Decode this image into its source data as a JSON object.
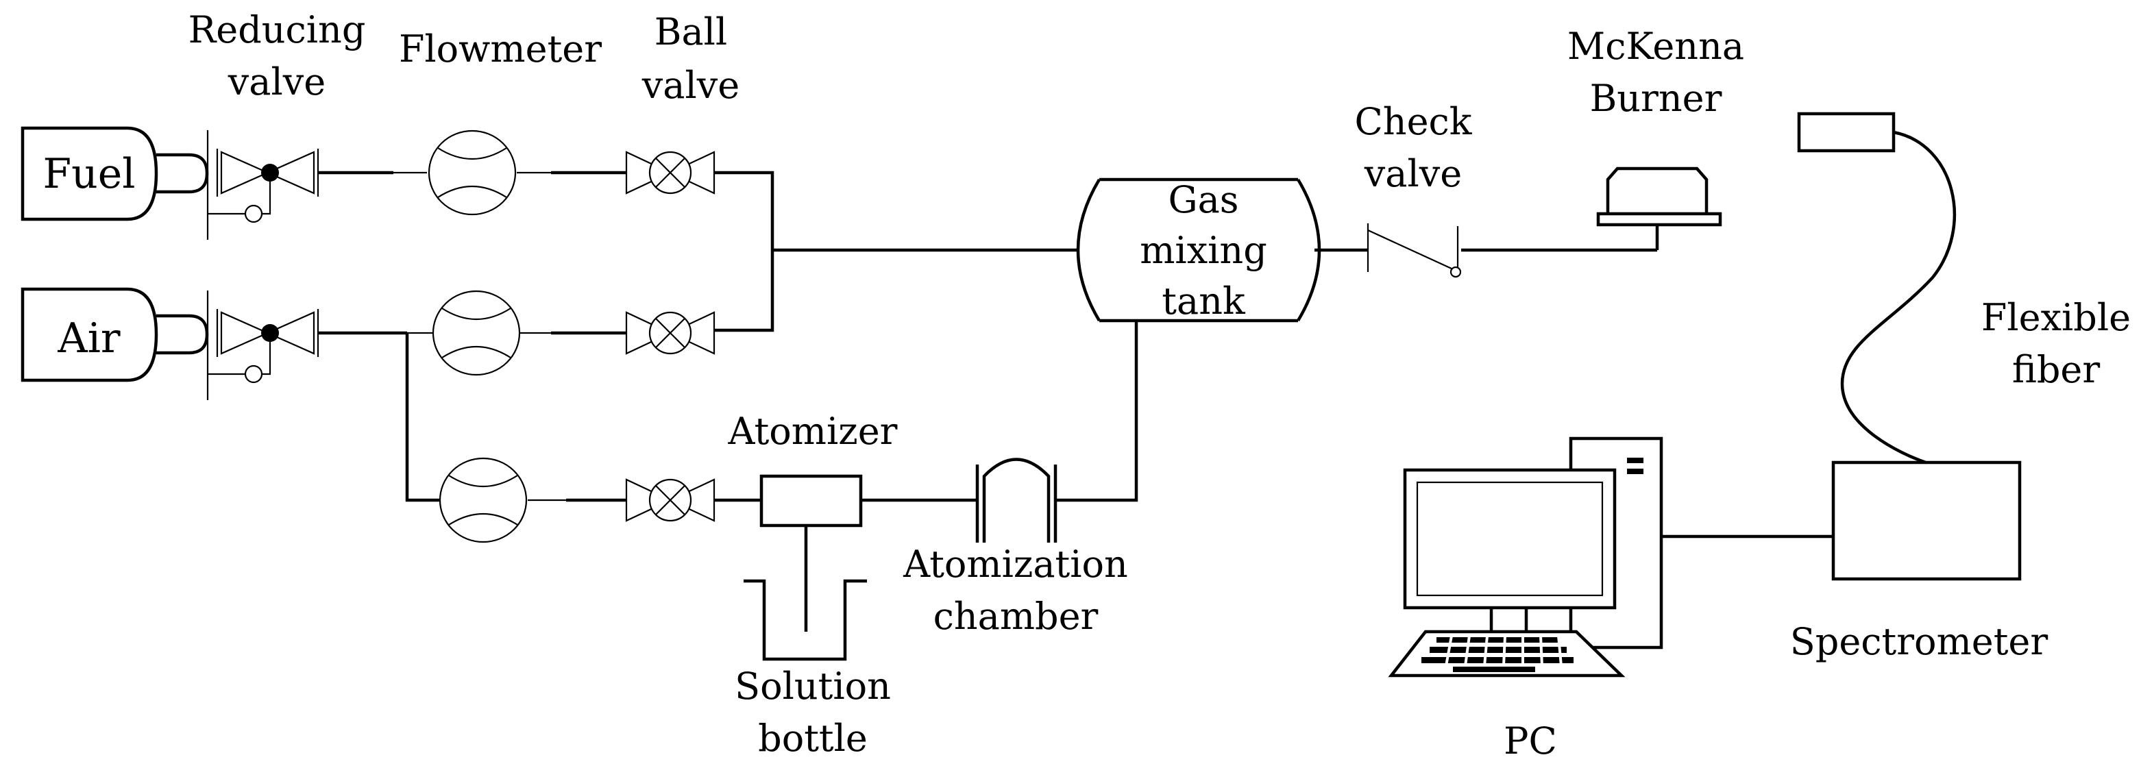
{
  "labels": {
    "reducing_valve": [
      "Reducing",
      "valve"
    ],
    "flowmeter": "Flowmeter",
    "ball_valve": [
      "Ball",
      "valve"
    ],
    "fuel": "Fuel",
    "air": "Air",
    "gas_mixing_tank": [
      "Gas",
      "mixing",
      "tank"
    ],
    "check_valve": [
      "Check",
      "valve"
    ],
    "mckenna_burner": [
      "McKenna",
      "Burner"
    ],
    "flexible_fiber": [
      "Flexible",
      "fiber"
    ],
    "atomizer": "Atomizer",
    "atomization_chamber": [
      "Atomization",
      "chamber"
    ],
    "solution_bottle": [
      "Solution",
      "bottle"
    ],
    "pc": "PC",
    "spectrometer": "Spectrometer"
  },
  "icons": {
    "cylinder": "gas-cylinder-icon",
    "reducing_valve": "reducing-valve-icon",
    "flowmeter": "flowmeter-icon",
    "ball_valve": "ball-valve-icon",
    "check_valve": "check-valve-icon",
    "burner": "burner-icon",
    "pc": "computer-icon",
    "spectrometer": "spectrometer-icon"
  }
}
